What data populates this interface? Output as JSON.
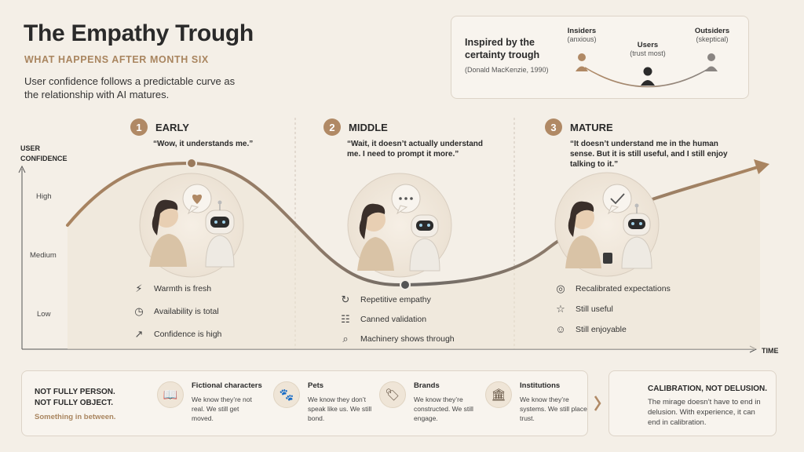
{
  "header": {
    "title": "The Empathy Trough",
    "subtitle": "WHAT HAPPENS AFTER MONTH SIX",
    "description": "User confidence follows a predictable curve as the relationship with AI matures."
  },
  "inspired": {
    "title": "Inspired by the certainty trough",
    "citation": "(Donald MacKenzie, 1990)",
    "groups": [
      {
        "label": "Insiders",
        "sub": "(anxious)"
      },
      {
        "label": "Users",
        "sub": "(trust most)"
      },
      {
        "label": "Outsiders",
        "sub": "(skeptical)"
      }
    ]
  },
  "axis": {
    "ylabel": "USER CONFIDENCE",
    "xlabel": "TIME",
    "ticks": [
      "High",
      "Medium",
      "Low"
    ]
  },
  "stages": [
    {
      "number": "1",
      "name": "EARLY",
      "quote": "“Wow, it understands me.”",
      "features": [
        {
          "icon": "lightning-icon",
          "glyph": "⚡",
          "text": "Warmth is fresh"
        },
        {
          "icon": "clock-icon",
          "glyph": "◷",
          "text": "Availability is total"
        },
        {
          "icon": "trend-up-icon",
          "glyph": "↗",
          "text": "Confidence is high"
        }
      ]
    },
    {
      "number": "2",
      "name": "MIDDLE",
      "quote": "“Wait, it doesn’t actually understand me. I need to prompt it more.”",
      "features": [
        {
          "icon": "refresh-icon",
          "glyph": "↻",
          "text": "Repetitive empathy"
        },
        {
          "icon": "document-icon",
          "glyph": "☷",
          "text": "Canned validation"
        },
        {
          "icon": "magnifier-icon",
          "glyph": "⌕",
          "text": "Machinery shows through"
        }
      ]
    },
    {
      "number": "3",
      "name": "MATURE",
      "quote": "“It doesn’t understand me in the human sense. But it is still useful, and I still enjoy talking to it.”",
      "features": [
        {
          "icon": "target-icon",
          "glyph": "◎",
          "text": "Recalibrated expectations"
        },
        {
          "icon": "star-icon",
          "glyph": "☆",
          "text": "Still useful"
        },
        {
          "icon": "smile-icon",
          "glyph": "☺",
          "text": "Still enjoyable"
        }
      ]
    }
  ],
  "bottom": {
    "title": "NOT FULLY PERSON. NOT FULLY OBJECT.",
    "sub": "Something in between.",
    "categories": [
      {
        "icon": "book-icon",
        "glyph": "📖",
        "title": "Fictional characters",
        "desc": "We know they’re not real. We still get moved."
      },
      {
        "icon": "paw-icon",
        "glyph": "🐾",
        "title": "Pets",
        "desc": "We know they don’t speak like us. We still bond."
      },
      {
        "icon": "tag-icon",
        "glyph": "🏷",
        "title": "Brands",
        "desc": "We know they’re constructed. We still engage."
      },
      {
        "icon": "institution-icon",
        "glyph": "🏛",
        "title": "Institutions",
        "desc": "We know they’re systems. We still place trust."
      }
    ]
  },
  "calibration": {
    "title": "CALIBRATION, NOT DELUSION.",
    "desc": "The mirage doesn’t have to end in delusion. With experience, it can end in calibration."
  },
  "colors": {
    "accent": "#b08965",
    "curve_start": "#a98460",
    "curve_mid": "#6e6a66",
    "background": "#f4efe7"
  }
}
